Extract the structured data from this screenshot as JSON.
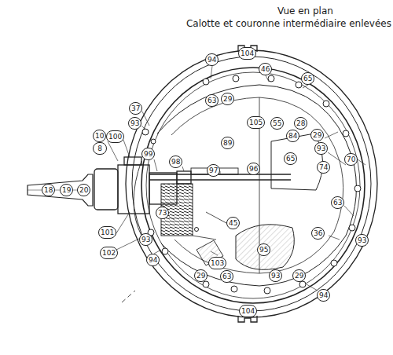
{
  "diagram": {
    "title": "Vue en plan",
    "caption": "Calotte et couronne intermédiaire enlevées",
    "labels": [
      "104",
      "94",
      "46",
      "65",
      "63",
      "29",
      "37",
      "93",
      "105",
      "55",
      "28",
      "84",
      "29",
      "10",
      "100",
      "89",
      "8",
      "93",
      "99",
      "65",
      "70",
      "98",
      "74",
      "96",
      "97",
      "18",
      "19",
      "20",
      "63",
      "73",
      "45",
      "101",
      "36",
      "93",
      "93",
      "95",
      "102",
      "94",
      "103",
      "29",
      "63",
      "93",
      "29",
      "94",
      "104"
    ]
  }
}
